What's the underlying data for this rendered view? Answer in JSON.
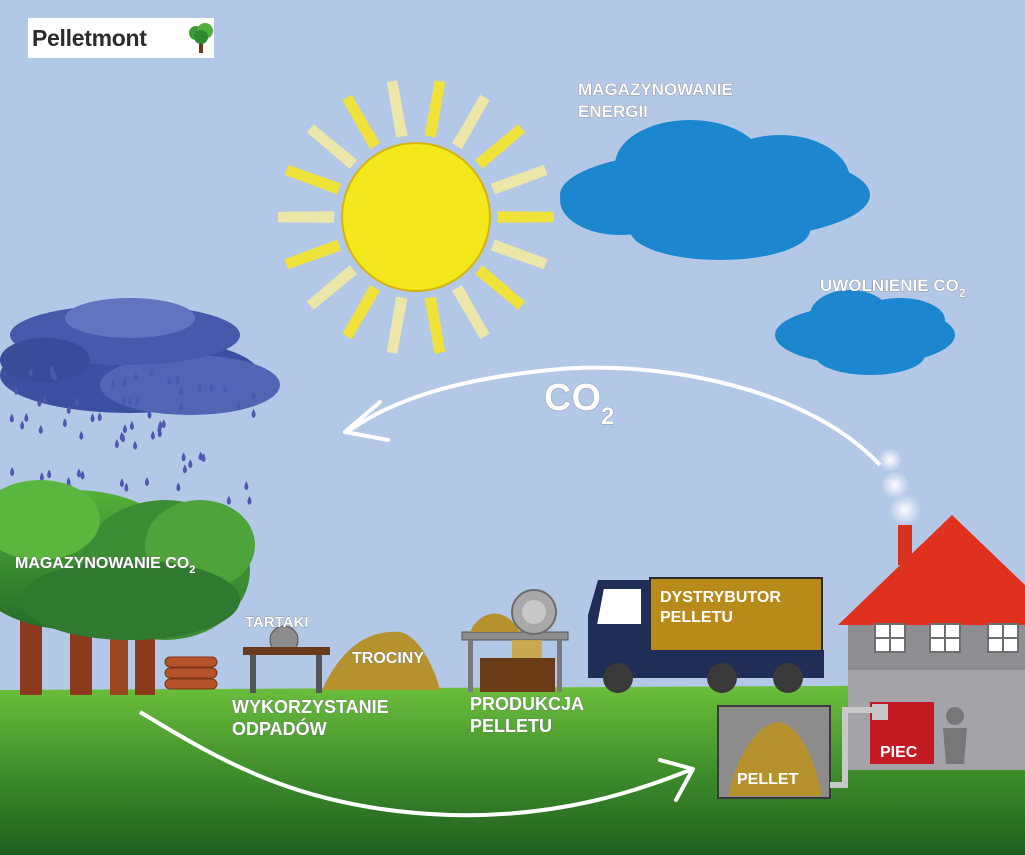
{
  "logo": {
    "text": "Pelletmont",
    "icon": "tree-icon"
  },
  "labels": {
    "energy_storage": [
      "MAGAZYNOWANIE",
      "ENERGII"
    ],
    "co2_release": "UWOLNIENIE CO",
    "co2_release_sub": "2",
    "co2_cycle": "CO",
    "co2_cycle_sub": "2",
    "co2_storage": "MAGAZYNOWANIE CO",
    "co2_storage_sub": "2",
    "sawmills": "TARTAKI",
    "sawdust": "TROCINY",
    "waste_use": [
      "WYKORZYSTANIE",
      "ODPADÓW"
    ],
    "pellet_production": [
      "PRODUKCJA",
      "PELLETU"
    ],
    "distributor": [
      "DYSTRYBUTOR",
      "PELLETU"
    ],
    "pellet": "PELLET",
    "stove": "PIEC"
  },
  "colors": {
    "sky": "#b3c8e7",
    "sun": "#f3e81b",
    "cloud_blue": "#1c86cf",
    "rain_cloud": "#3d4fa1",
    "grass": "#4d9a31",
    "roof": "#e0301e",
    "truck_cargo": "#b78a19",
    "truck_cab": "#1f2d57"
  }
}
